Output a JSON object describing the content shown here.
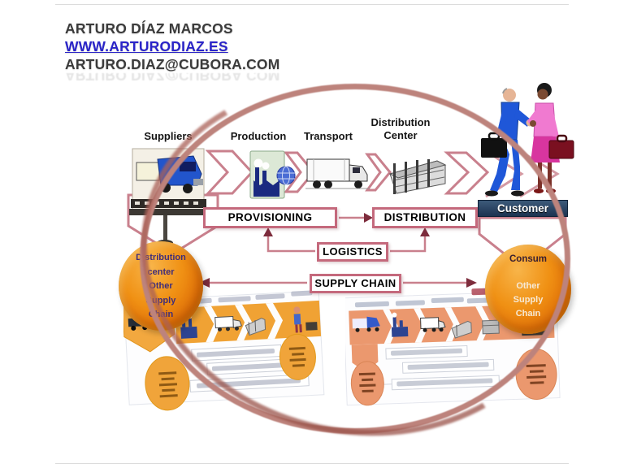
{
  "header": {
    "name": "ARTURO DÍAZ MARCOS",
    "website": "WWW.ARTURODIAZ.ES",
    "email": "ARTURO.DIAZ@CUBORA.COM"
  },
  "diagram": {
    "stage_labels": {
      "suppliers": "Suppliers",
      "production": "Production",
      "transport": "Transport",
      "dc_line1": "Distribution",
      "dc_line2": "Center"
    },
    "boxes": {
      "provisioning": "PROVISIONING",
      "distribution": "DISTRIBUTION",
      "logistics": "LOGISTICS",
      "supply_chain": "SUPPLY CHAIN"
    },
    "customer": "Customer",
    "left_sphere": {
      "line1": "Distribution",
      "line2": "center",
      "line3": "Other",
      "line4": "Supply",
      "line5": "Chain"
    },
    "right_sphere": {
      "line1": "Consum",
      "line2": "Other",
      "line3": "Supply",
      "line4": "Chain"
    }
  },
  "icons": {
    "suppliers": "blue-truck-icon",
    "production": "factory-globe-icon",
    "transport": "container-truck-icon",
    "distribution_center": "warehouse-icon",
    "customer": "handshake-people-icon"
  },
  "colors": {
    "ring": "#bd837c",
    "box_border": "#c4697c",
    "arrowhead": "#7d2c3c",
    "sphere_orange": "#ee8a10",
    "customer_bg": "#1c3350",
    "link_blue": "#2a24c8",
    "mini_left_orange": "#f09e2a",
    "mini_right_orange": "#ea9367"
  }
}
